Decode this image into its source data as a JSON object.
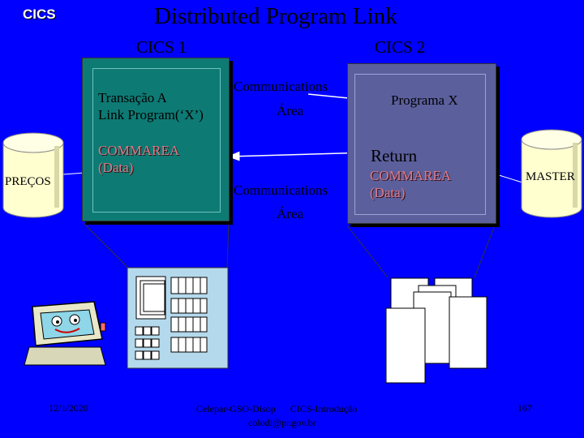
{
  "logo": "CICS",
  "title": "Distributed Program Link",
  "cics1": "CICS 1",
  "cics2": "CICS 2",
  "box1": {
    "line1": "Transação A",
    "line2": "Link Program(‘X’)",
    "commarea": "COMMAREA",
    "data": "(Data)"
  },
  "box2": {
    "programa": "Programa X",
    "return": "Return",
    "commarea": "COMMAREA",
    "data": "(Data)"
  },
  "comm_top": {
    "line1": "Communications",
    "line2": "Área"
  },
  "comm_bottom": {
    "line1": "Communications",
    "line2": "Área"
  },
  "db_left": "PREÇOS",
  "db_right": "MASTER",
  "footer": {
    "date": "12/1/2020",
    "center_line1": "Celepar-GSO-Disop      CICS-Introdução",
    "center_line2": "colodi@pr.gov.br",
    "page": "167"
  },
  "colors": {
    "background": "#0000ff",
    "cics1_box": "#0e7a74",
    "cics2_box": "#5b5f9c",
    "commarea_text": "#e07a86",
    "database": "#ffffd0",
    "screen_panel": "#b4d9ec"
  }
}
